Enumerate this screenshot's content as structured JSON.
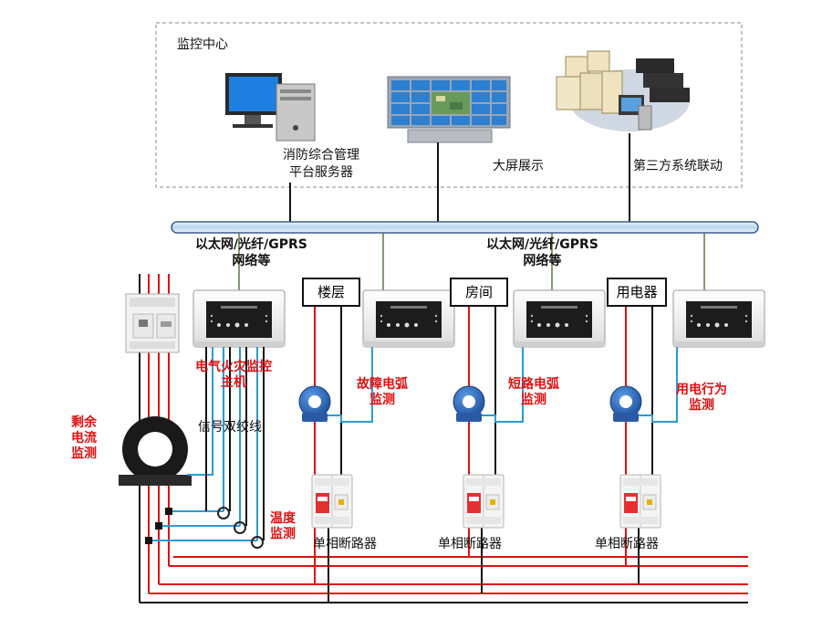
{
  "monitor_center": {
    "title": "监控中心",
    "server_label": [
      "消防综合管理",
      "平台服务器"
    ],
    "bigscreen_label": "大屏展示",
    "third_party_label": "第三方系统联动"
  },
  "network": {
    "label_left": [
      "以太网/光纤/GPRS",
      "网络等"
    ],
    "label_right": [
      "以太网/光纤/GPRS",
      "网络等"
    ]
  },
  "host": {
    "label": [
      "电气火灾监控",
      "主机"
    ],
    "twisted_pair": "信号双绞线"
  },
  "residual_current": [
    "剩余",
    "电流",
    "监测"
  ],
  "temperature": [
    "温度",
    "监测"
  ],
  "branches": [
    {
      "box_label": "楼层",
      "function": [
        "故障电弧",
        "监测"
      ],
      "breaker": "单相断路器"
    },
    {
      "box_label": "房间",
      "function": [
        "短路电弧",
        "监测"
      ],
      "breaker": "单相断路器"
    },
    {
      "box_label": "用电器",
      "function": [
        "用电行为",
        "监测"
      ],
      "breaker": "单相断路器"
    }
  ],
  "colors": {
    "live_wire": "#e01010",
    "neutral_wire": "#111111",
    "signal_wire": "#2a9bd6",
    "bus": "#cfe3f5",
    "sensor_blue": "#2f6fc4",
    "highlight_red": "#e01010"
  },
  "icons": [
    "desktop-computer-icon",
    "video-wall-icon",
    "server-rack-icon",
    "current-transformer-icon",
    "circuit-breaker-icon",
    "detector-module-icon",
    "temperature-sensor-icon"
  ]
}
